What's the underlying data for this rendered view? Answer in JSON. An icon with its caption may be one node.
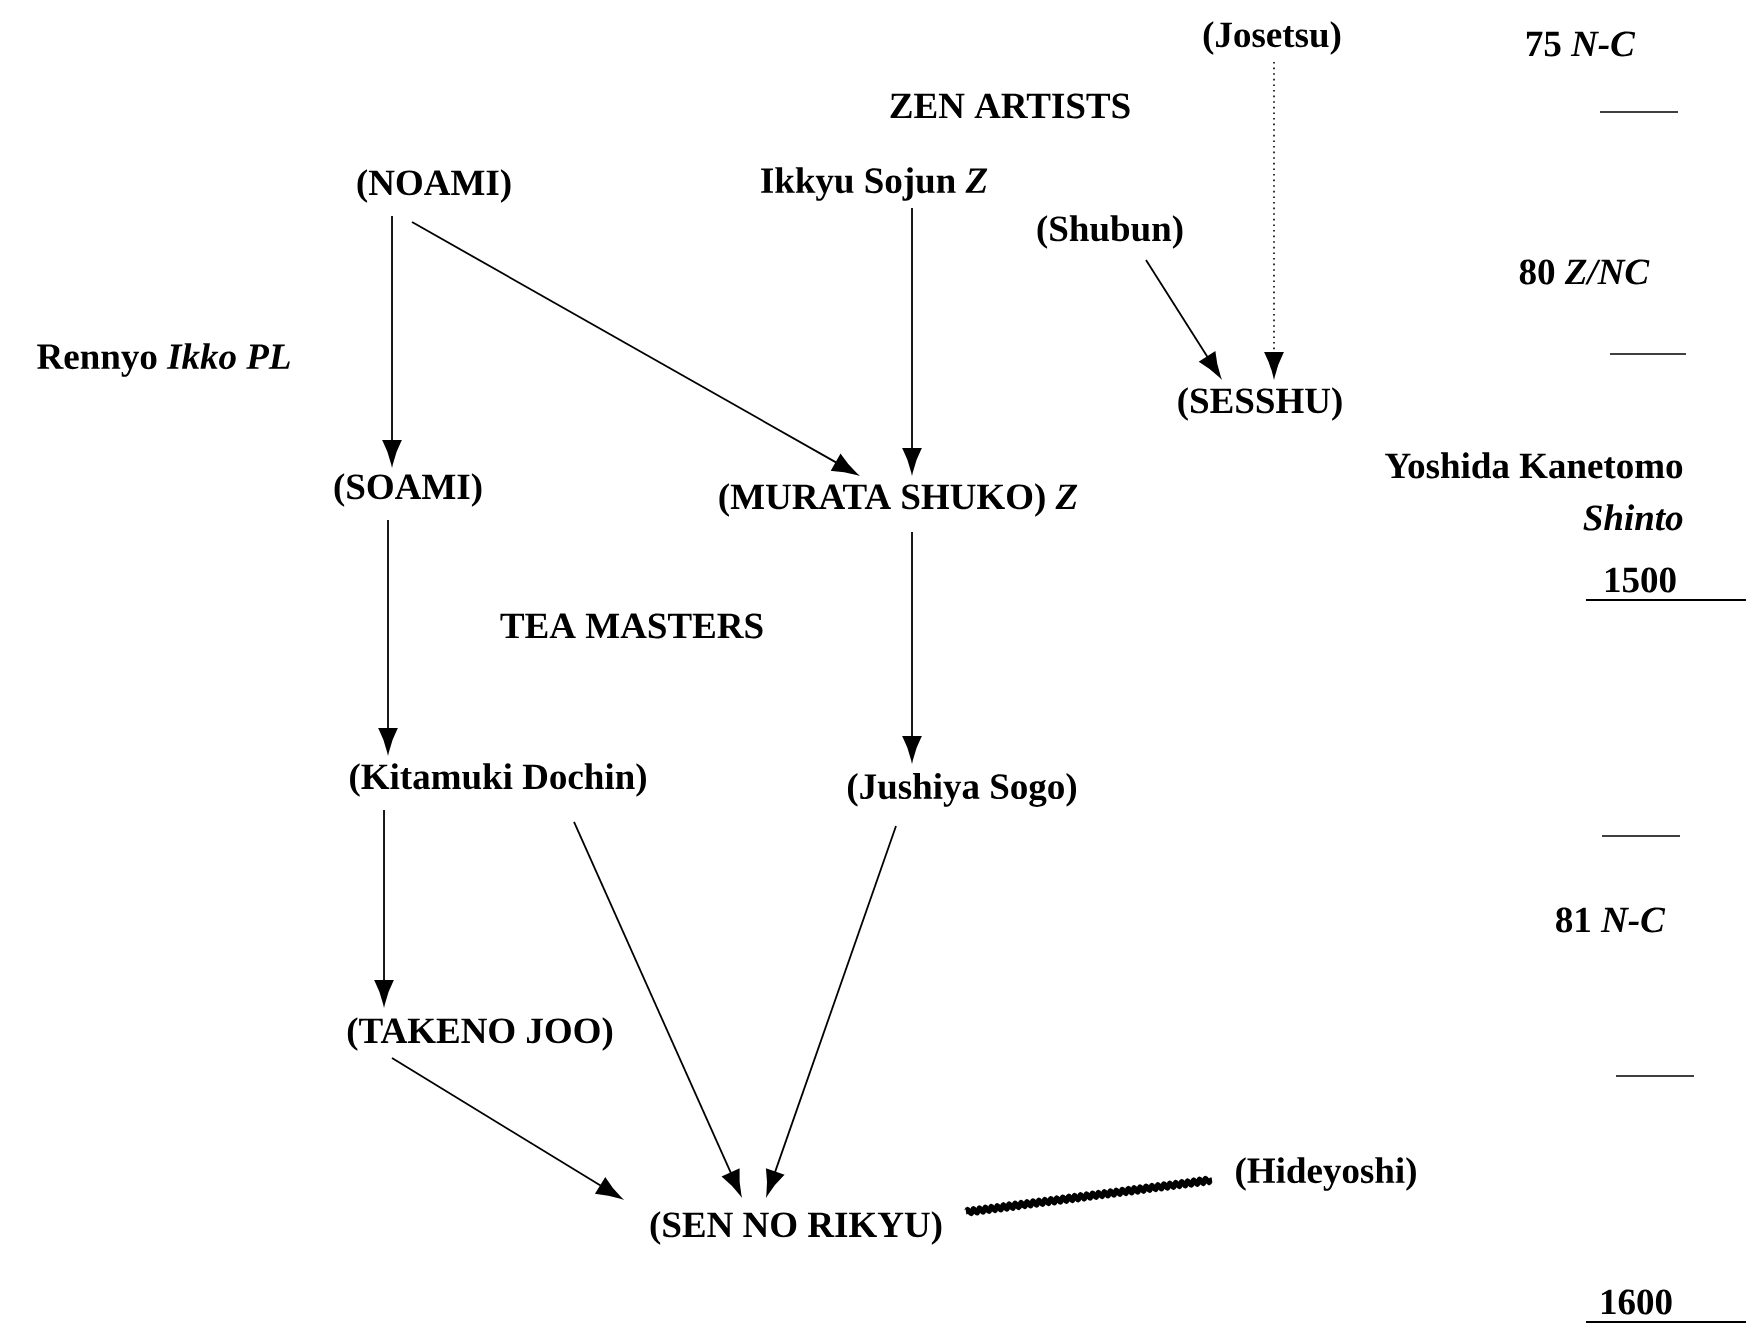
{
  "diagram": {
    "nodes": [
      {
        "text": [
          "(Josetsu)"
        ]
      },
      {
        "text": [
          "(NOAMI)"
        ]
      },
      {
        "text": [
          "Ikkyu Sojun *Z*"
        ]
      },
      {
        "text": [
          "(Shubun)"
        ]
      },
      {
        "text": [
          "(SESSHU)"
        ]
      },
      {
        "text": [
          "(SOAMI)"
        ]
      },
      {
        "text": [
          "(MURATA SHUKO) *Z*"
        ]
      },
      {
        "text": [
          "(Kitamuki Dochin)"
        ]
      },
      {
        "text": [
          "(Jushiya Sogo)"
        ]
      },
      {
        "text": [
          "(TAKENO JOO)"
        ]
      },
      {
        "text": [
          "(SEN NO RIKYU)"
        ]
      },
      {
        "text": [
          "(Hideyoshi)"
        ]
      }
    ],
    "edges": [
      {
        "from": 0,
        "to": 4,
        "arrow": "to",
        "style": "dashed"
      },
      {
        "from": 1,
        "to": 5,
        "arrow": "to"
      },
      {
        "from": 1,
        "to": 6,
        "arrow": "to"
      },
      {
        "from": 2,
        "to": 6,
        "arrow": "to"
      },
      {
        "from": 3,
        "to": 4,
        "arrow": "to"
      },
      {
        "from": 5,
        "to": 7,
        "arrow": "to"
      },
      {
        "from": 6,
        "to": 8,
        "arrow": "to"
      },
      {
        "from": 7,
        "to": 9,
        "arrow": "to"
      },
      {
        "from": 7,
        "to": 10,
        "arrow": "to"
      },
      {
        "from": 8,
        "to": 10,
        "arrow": "to"
      },
      {
        "from": 9,
        "to": 10,
        "arrow": "to"
      },
      {
        "from": 10,
        "to": 11,
        "arrow": "none",
        "style": "thick"
      }
    ],
    "labels": [
      "ZEN ARTISTS",
      "TEA MASTERS",
      "Rennyo *Ikko PL*",
      "75 *N-C*",
      "80 *Z/NC*",
      "Yoshida Kanetomo *Shinto*",
      "1500",
      "81 *N-C*",
      "1600"
    ]
  }
}
